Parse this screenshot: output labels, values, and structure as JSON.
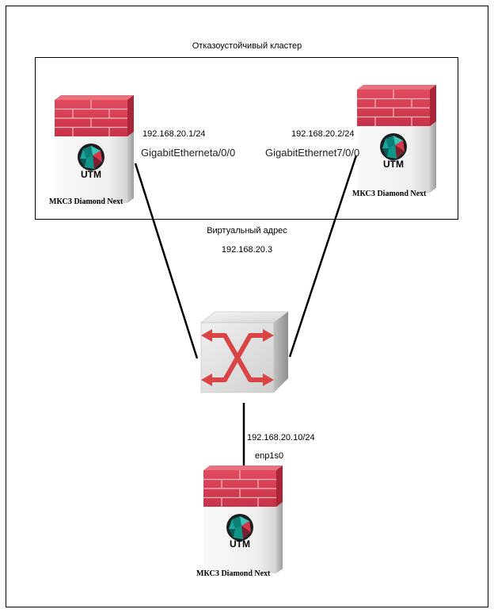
{
  "cluster": {
    "title": "Отказоустойчивый кластер"
  },
  "devices": [
    {
      "badge": "UTM",
      "name": "МКСЗ Diamond Next",
      "ip": "192.168.20.1/24",
      "interface": "GigabitEtherneta/0/0"
    },
    {
      "badge": "UTM",
      "name": "МКСЗ Diamond Next",
      "ip": "192.168.20.2/24",
      "interface": "GigabitEthernet7/0/0"
    },
    {
      "badge": "UTM",
      "name": "МКСЗ Diamond Next",
      "ip": "192.168.20.10/24",
      "interface": "enp1s0"
    }
  ],
  "virtual": {
    "label": "Виртуальный адрес",
    "ip": "192.168.20.3"
  },
  "colors": {
    "brick": "#d63a4e",
    "brick_dark": "#b02a3c",
    "mortar": "#f2b8c0",
    "body_light": "#f7f7f7",
    "body_dark": "#bdbdbd",
    "gem": "#1aa59a",
    "switch_arrow": "#d94545",
    "switch_body": "#e9e9e9"
  }
}
